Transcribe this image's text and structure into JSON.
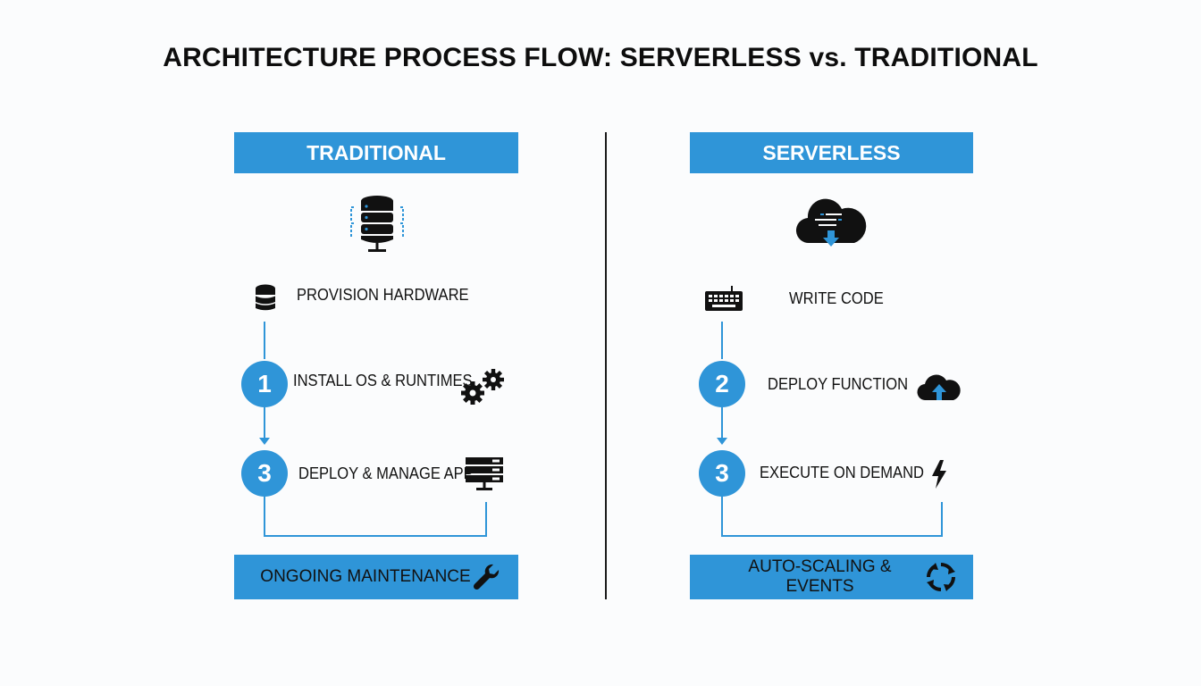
{
  "title": "ARCHITECTURE PROCESS FLOW: SERVERLESS vs. TRADITIONAL",
  "colors": {
    "accent": "#2f95d8",
    "text": "#111111",
    "background": "#fbfcfd"
  },
  "traditional": {
    "header": "TRADITIONAL",
    "top_icon": "server-database-icon",
    "steps": [
      {
        "label": "PROVISION HARDWARE",
        "marker_icon": "database-icon"
      },
      {
        "number": "1",
        "label": "INSTALL OS & RUNTIMES",
        "icon": "gears-icon"
      },
      {
        "number": "3",
        "label": "DEPLOY & MANAGE APP",
        "icon": "server-rack-icon"
      }
    ],
    "footer": {
      "label": "ONGOING MAINTENANCE",
      "icon": "wrench-icon"
    }
  },
  "serverless": {
    "header": "SERVERLESS",
    "top_icon": "cloud-code-icon",
    "steps": [
      {
        "label": "WRITE CODE",
        "marker_icon": "keyboard-icon"
      },
      {
        "number": "2",
        "label": "DEPLOY FUNCTION",
        "icon": "cloud-upload-icon"
      },
      {
        "number": "3",
        "label": "EXECUTE ON DEMAND",
        "icon": "lightning-icon"
      }
    ],
    "footer": {
      "label": "AUTO-SCALING & EVENTS",
      "icon": "refresh-cycle-icon"
    }
  }
}
